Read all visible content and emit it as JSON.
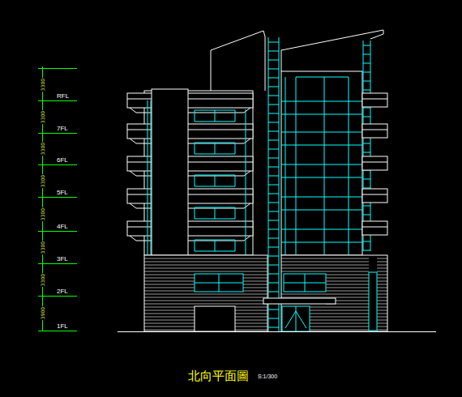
{
  "diagram": {
    "title": "北向平面圖",
    "labels": [
      "RFL",
      "7FL",
      "6FL",
      "5FL",
      "4FL",
      "3FL",
      "2FL",
      "1FL",
      "3300",
      "3300",
      "3300",
      "3300",
      "3300",
      "3300",
      "3300",
      "3900",
      "S:1/300"
    ]
  }
}
